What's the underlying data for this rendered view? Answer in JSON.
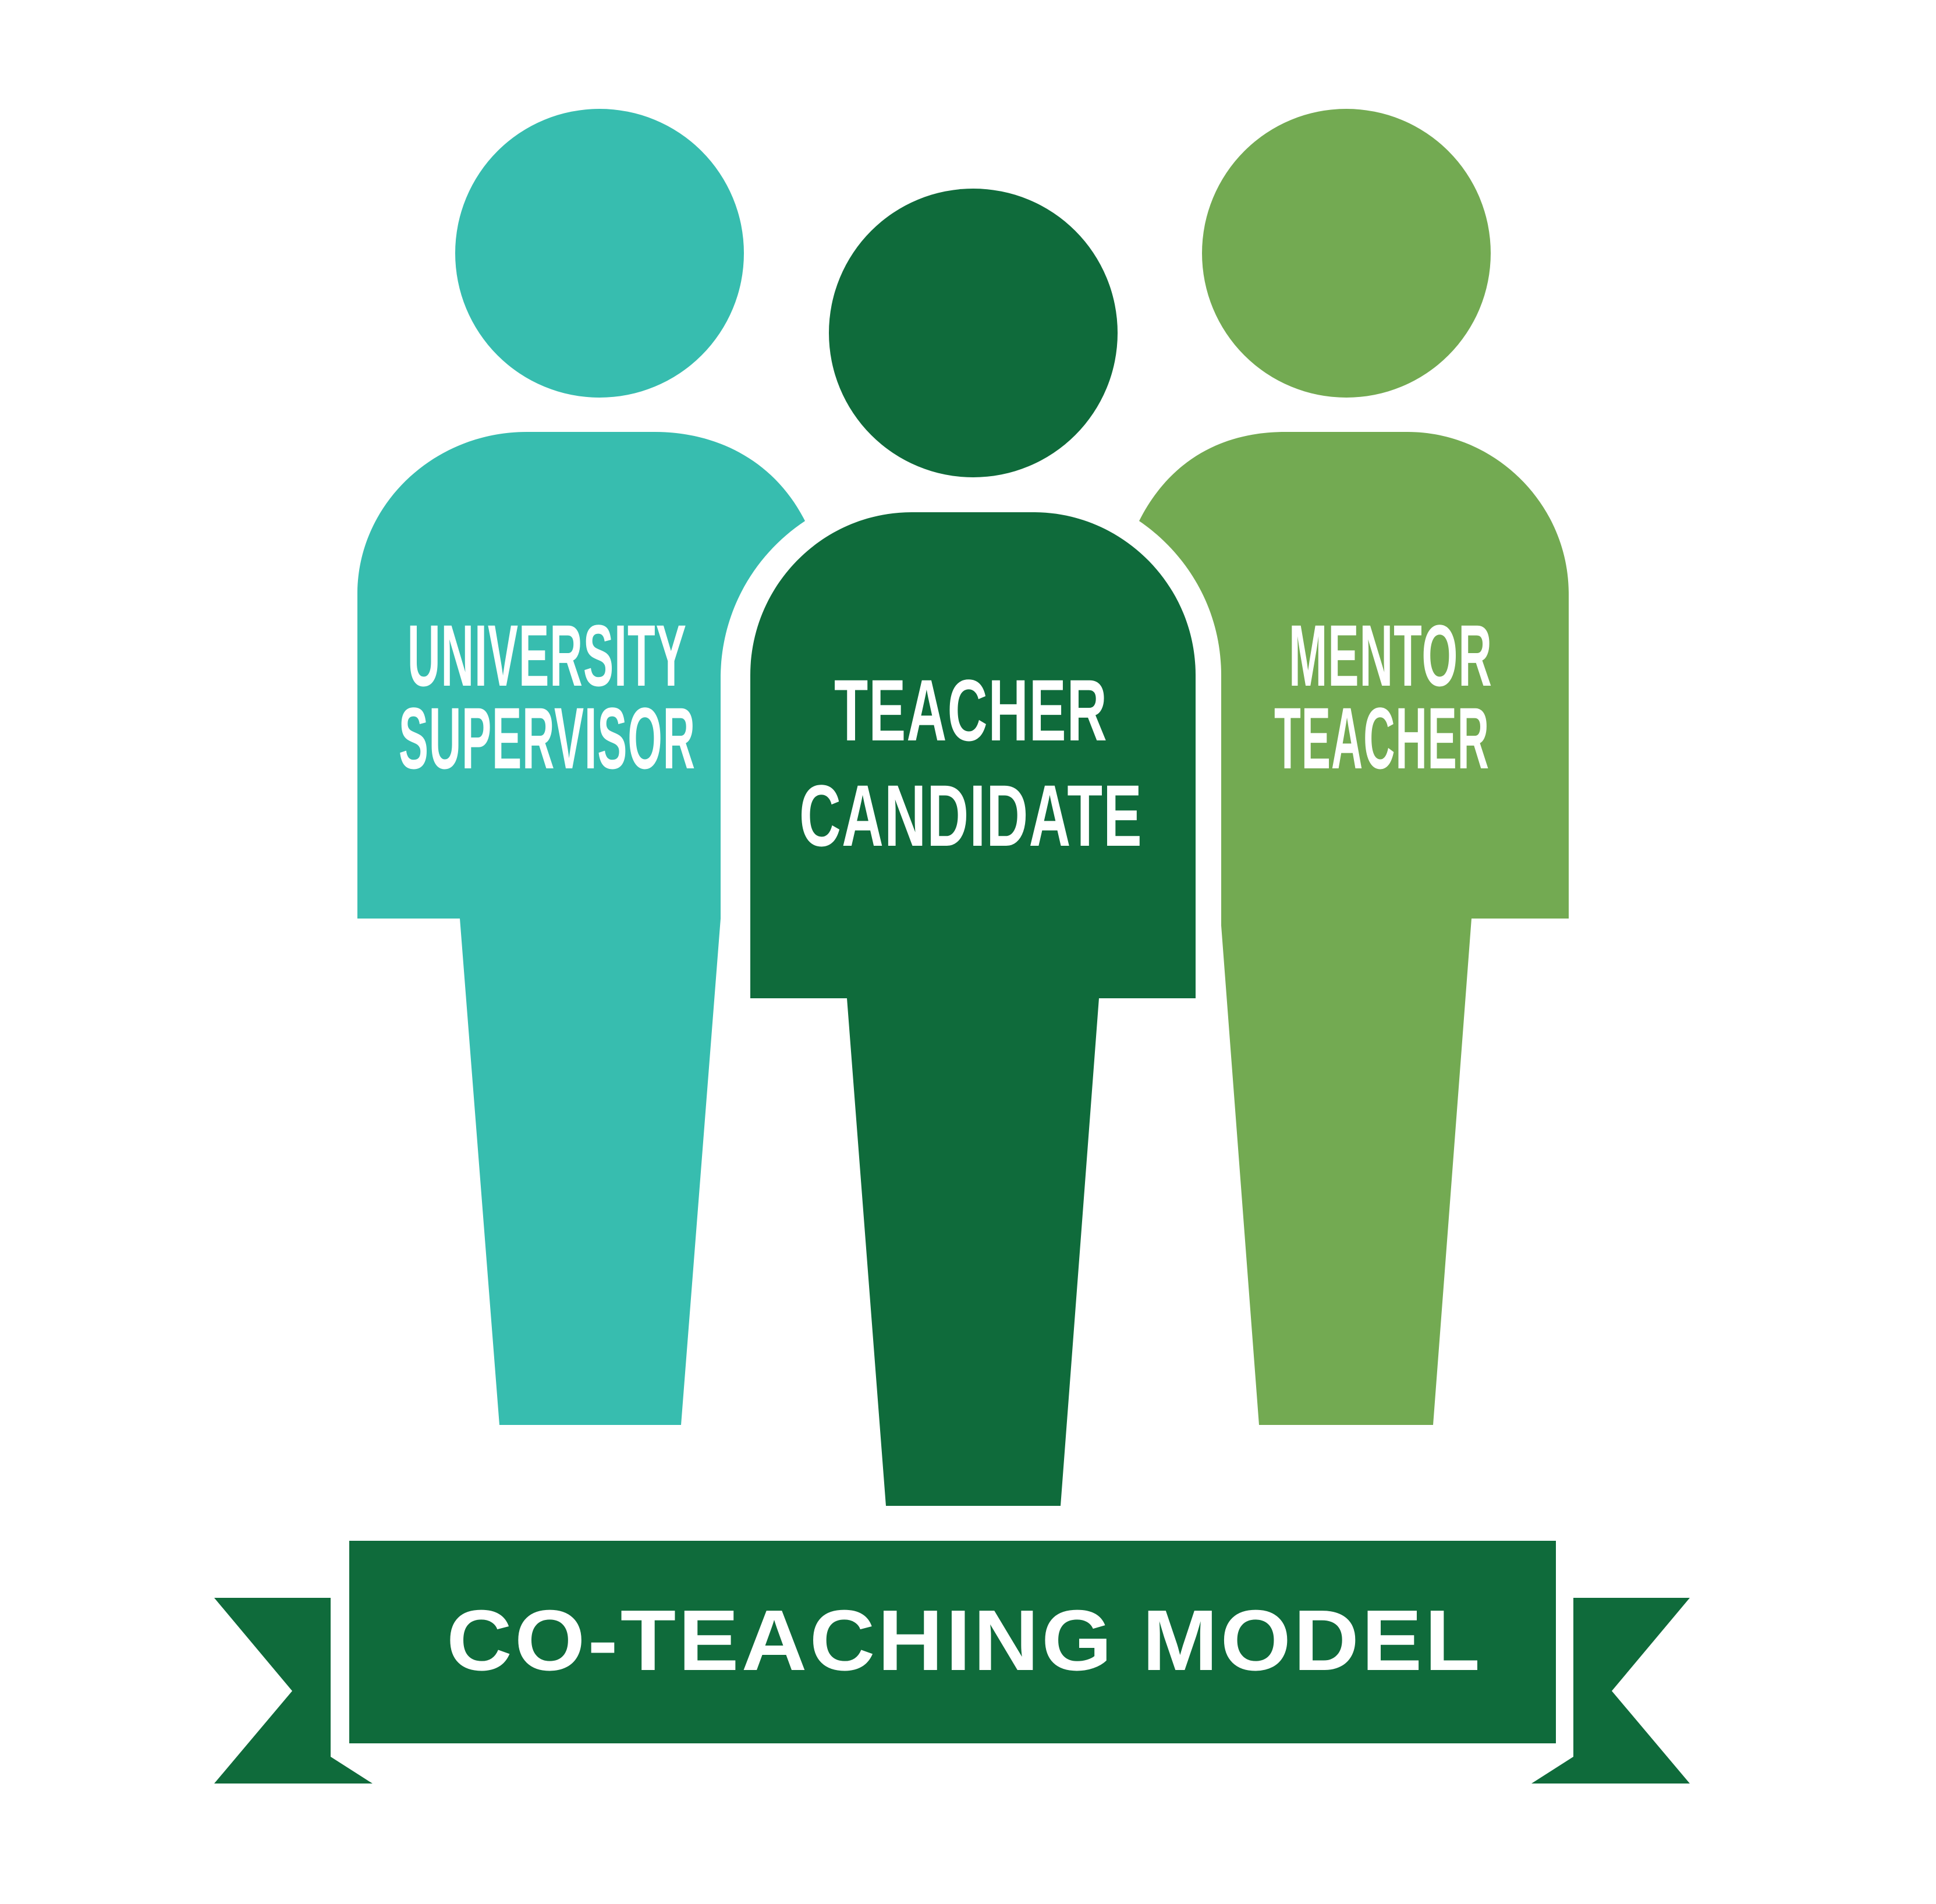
{
  "figures": {
    "supervisor": {
      "line1": "UNIVERSITY",
      "line2": "SUPERVISOR",
      "color": "#37bdaf"
    },
    "candidate": {
      "line1": "TEACHER",
      "line2": "CANDIDATE",
      "color": "#0f6b3b"
    },
    "mentor": {
      "line1": "MENTOR",
      "line2": "TEACHER",
      "color": "#73aa52"
    }
  },
  "banner": {
    "title": "CO-TEACHING MODEL",
    "color": "#0f6b3b"
  }
}
